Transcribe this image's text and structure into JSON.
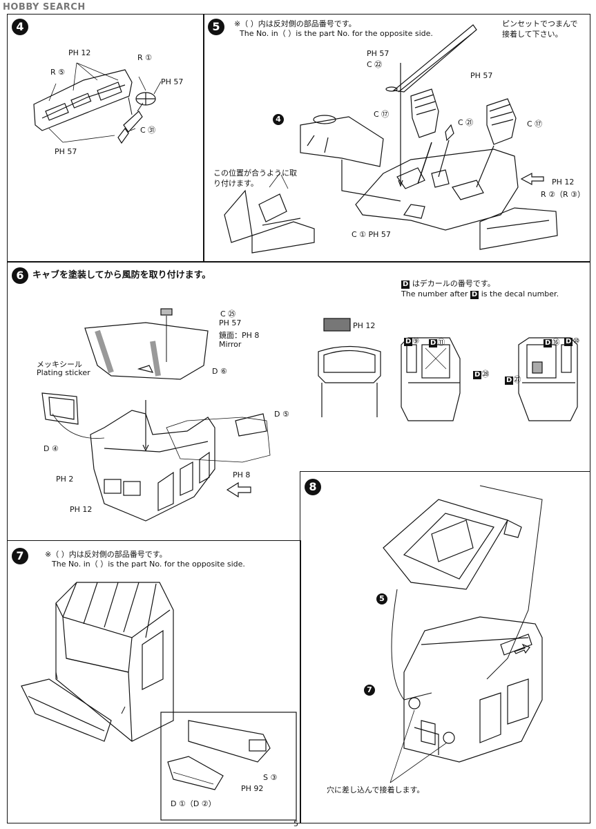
{
  "watermark": "HOBBY SEARCH",
  "page_number": "5",
  "step4": {
    "number": "4",
    "labels": [
      "PH 12",
      "R ①",
      "R ⑤",
      "PH 57",
      "C ㉛",
      "PH 57"
    ]
  },
  "step5": {
    "number": "5",
    "note_jp": "※（ ）内は反対側の部品番号です。",
    "note_en": "The No. in（   ）is the part No. for the opposite side.",
    "tweezers_note": "ピンセットでつまんで接着して下さい。",
    "fit_note": "この位置が合うように取り付けます。",
    "ref_step": "4",
    "labels": [
      "PH 57",
      "C ㉒",
      "PH 57",
      "C ⑰",
      "C ㉑",
      "C ⑰",
      "PH 12",
      "R ②（R ③）",
      "C ① PH 57"
    ]
  },
  "step6": {
    "number": "6",
    "title": "キャブを塗装してから風防を取り付けます。",
    "decal_note_jp": "はデカールの番号です。",
    "decal_note_en_pre": "The number after",
    "decal_note_en_post": "is the decal number.",
    "decal_mark": "D",
    "plating_jp": "メッキシール",
    "plating_en": "Plating sticker",
    "mirror_jp": "鏡面：",
    "mirror_en": "Mirror",
    "labels": {
      "c25": "C ㉕",
      "ph57": "PH 57",
      "ph8_mirror": "PH 8",
      "d6": "D ⑥",
      "d4": "D ④",
      "d5": "D ⑤",
      "ph2": "PH 2",
      "ph8": "PH 8",
      "ph12": "PH 12",
      "ph12_swatch": "PH 12",
      "d9": "⑨",
      "d11": "⑪",
      "d28": "㉘",
      "d16": "⑯",
      "d10": "⑩",
      "d27": "㉗"
    }
  },
  "step7": {
    "number": "7",
    "note_jp": "※（ ）内は反対側の部品番号です。",
    "note_en": "The No. in（   ）is the part No. for the opposite side.",
    "labels": {
      "s3": "S ③",
      "ph92": "PH 92",
      "d1": "D ①（D ②）"
    }
  },
  "step8": {
    "number": "8",
    "ref5": "5",
    "ref7": "7",
    "insert_note": "穴に差し込んで接着します。"
  }
}
